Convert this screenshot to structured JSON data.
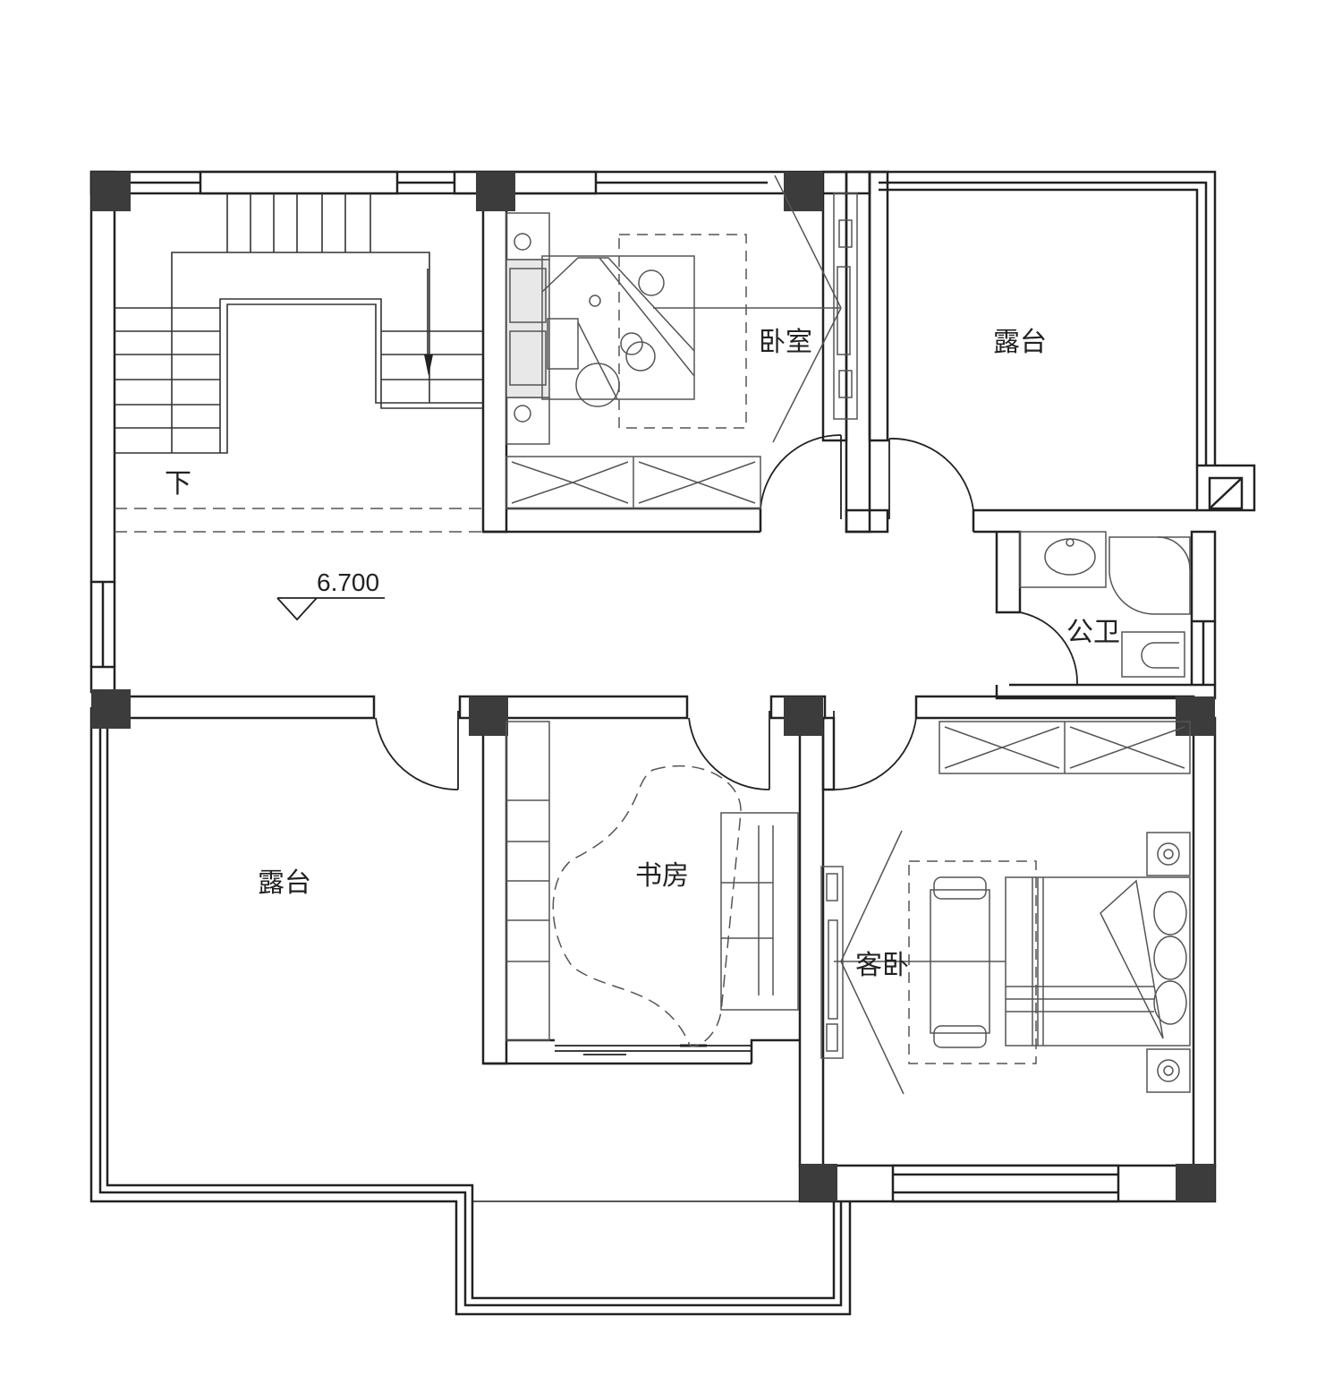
{
  "rooms": {
    "master_bedroom": "卧室",
    "terrace_north": "露台",
    "public_bath": "公卫",
    "study": "书房",
    "guest_bedroom": "客卧",
    "terrace_south": "露台"
  },
  "stair_down": "下",
  "level_mark": "6.700",
  "colors": {
    "line": "#222222",
    "column": "#3c3c3c",
    "furniture": "#555555"
  }
}
